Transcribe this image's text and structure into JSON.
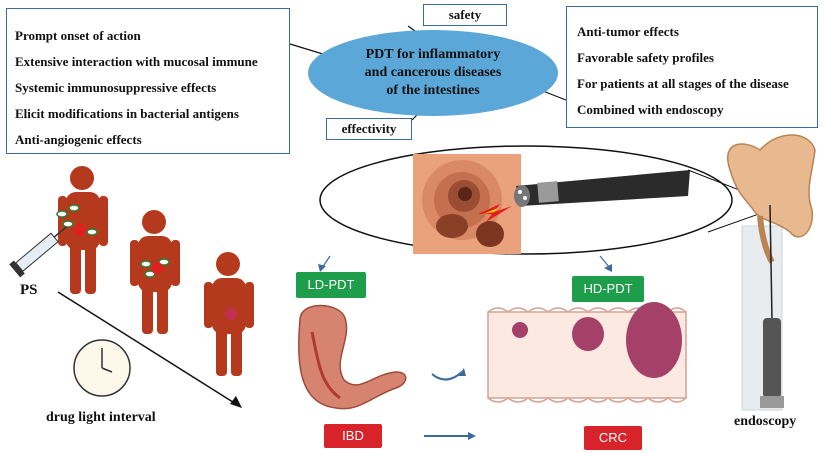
{
  "left_box": {
    "items": [
      "Prompt onset of action",
      "Extensive interaction with  mucosal immune",
      "Systemic immunosuppressive effects",
      "Elicit modifications in bacterial antigens",
      "Anti-angiogenic effects"
    ]
  },
  "right_box": {
    "items": [
      "Anti-tumor effects",
      "Favorable safety profiles",
      "For patients at all stages of the disease",
      "Combined with endoscopy"
    ]
  },
  "center": {
    "title_lines": [
      "PDT for inflammatory",
      "and cancerous diseases",
      "of the intestines"
    ],
    "safety": "safety",
    "effectivity": "effectivity"
  },
  "left_panel": {
    "ps_label": "PS",
    "interval_label": "drug  light interval"
  },
  "labels": {
    "ld_pdt": "LD-PDT",
    "hd_pdt": "HD-PDT",
    "ibd": "IBD",
    "crc": "CRC",
    "endoscopy": "endoscopy"
  },
  "colors": {
    "ellipse": "#5ba7d7",
    "box_border": "#3b6aa0",
    "green": "#1e9e4a",
    "red": "#d8232a",
    "body": "#b5391d"
  }
}
